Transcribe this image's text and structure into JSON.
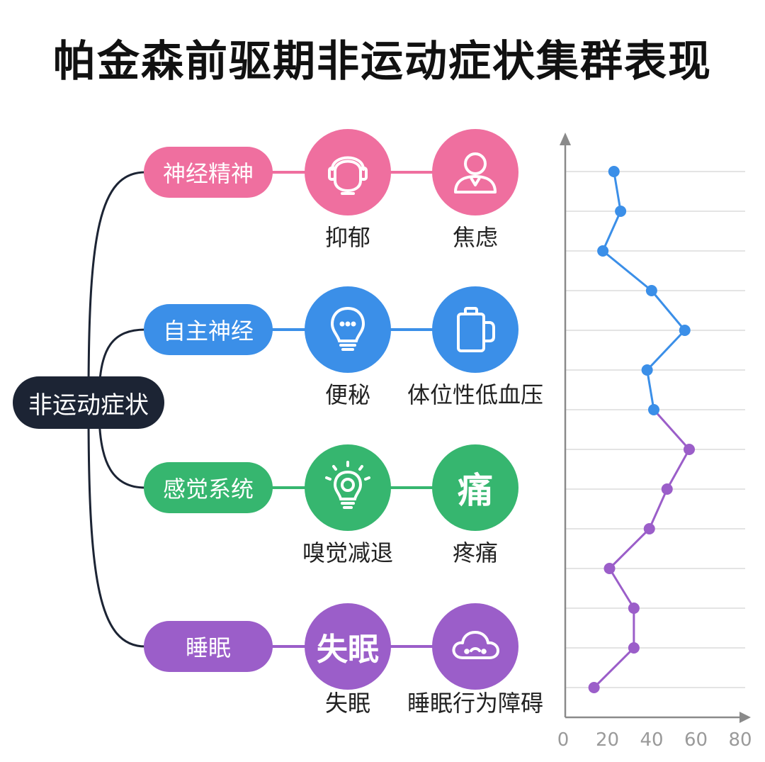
{
  "title": "帕金森前驱期非运动症状集群表现",
  "root": {
    "label": "非运动症状"
  },
  "branches": [
    {
      "label": "神经精神",
      "color": "#ef6f9f",
      "items": [
        {
          "label": "抑郁",
          "icon": "headset-head-icon"
        },
        {
          "label": "焦虑",
          "icon": "person-icon"
        }
      ]
    },
    {
      "label": "自主神经",
      "color": "#3b8fe8",
      "items": [
        {
          "label": "便秘",
          "icon": "lightbulb-icon"
        },
        {
          "label": "体位性低血压",
          "icon": "mug-icon"
        }
      ]
    },
    {
      "label": "感觉系统",
      "color": "#36b66f",
      "items": [
        {
          "label": "嗅觉减退",
          "icon": "idea-bulb-icon"
        },
        {
          "label": "疼痛",
          "icon": "pain-glyph",
          "glyph": "痛"
        }
      ]
    },
    {
      "label": "睡眠",
      "color": "#9b5ec9",
      "items": [
        {
          "label": "失眠",
          "icon": "insomnia-glyph",
          "glyph": "失眠"
        },
        {
          "label": "睡眠行为障碍",
          "icon": "cloud-icon"
        }
      ]
    }
  ],
  "chart_data": {
    "type": "line",
    "xlim": [
      0,
      80
    ],
    "xticks": [
      "0",
      "20",
      "40",
      "60",
      "80"
    ],
    "grid": true,
    "points": [
      {
        "x": 22,
        "color": "#3b8fe8"
      },
      {
        "x": 25,
        "color": "#3b8fe8"
      },
      {
        "x": 17,
        "color": "#3b8fe8"
      },
      {
        "x": 39,
        "color": "#3b8fe8"
      },
      {
        "x": 54,
        "color": "#3b8fe8"
      },
      {
        "x": 37,
        "color": "#3b8fe8"
      },
      {
        "x": 40,
        "color": "#3b8fe8"
      },
      {
        "x": 56,
        "color": "#9b5ec9"
      },
      {
        "x": 46,
        "color": "#9b5ec9"
      },
      {
        "x": 38,
        "color": "#9b5ec9"
      },
      {
        "x": 20,
        "color": "#9b5ec9"
      },
      {
        "x": 31,
        "color": "#9b5ec9"
      },
      {
        "x": 31,
        "color": "#9b5ec9"
      },
      {
        "x": 13,
        "color": "#9b5ec9"
      }
    ]
  }
}
